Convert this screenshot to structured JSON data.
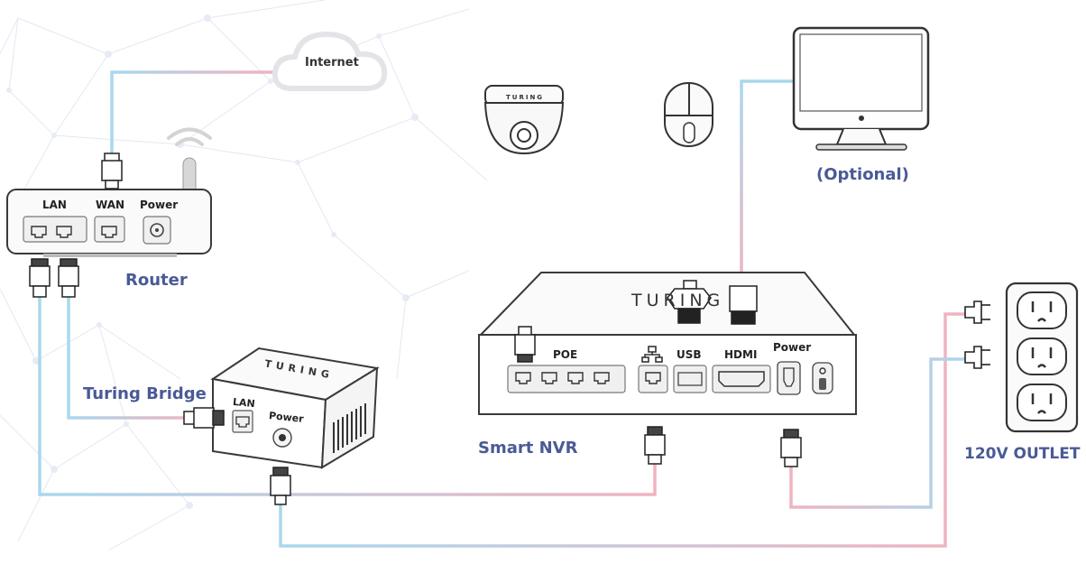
{
  "labels": {
    "internet": "Internet",
    "router": "Router",
    "turing_bridge": "Turing Bridge",
    "smart_nvr": "Smart NVR",
    "optional": "(Optional)",
    "outlet": "120V OUTLET"
  },
  "router": {
    "lan": "LAN",
    "wan": "WAN",
    "power": "Power"
  },
  "bridge": {
    "brand": "TURING",
    "lan": "LAN",
    "power": "Power"
  },
  "nvr": {
    "brand": "TURING",
    "poe": "POE",
    "usb": "USB",
    "hdmi": "HDMI",
    "power": "Power"
  },
  "camera": {
    "brand": "TURING"
  },
  "colors": {
    "title_blue": "#4a5a96",
    "cable_blue": "#9fd0ea",
    "cable_pink": "#f0b8c4",
    "device_outline": "#3a3a3a"
  }
}
